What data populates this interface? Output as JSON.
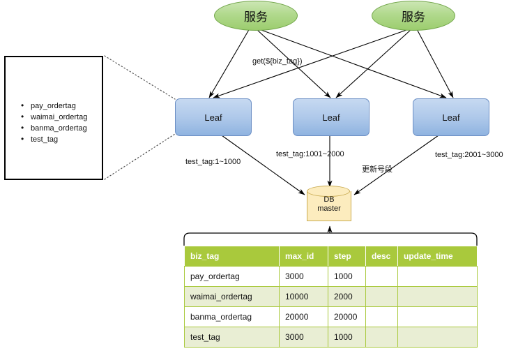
{
  "nodes": {
    "services": [
      {
        "label": "服务"
      },
      {
        "label": "服务"
      }
    ],
    "leaves": [
      {
        "label": "Leaf"
      },
      {
        "label": "Leaf"
      },
      {
        "label": "Leaf"
      }
    ],
    "database": {
      "line1": "DB",
      "line2": "master"
    }
  },
  "tag_list": {
    "items": [
      "pay_ordertag",
      "waimai_ordertag",
      "banma_ordertag",
      "test_tag"
    ]
  },
  "edge_labels": {
    "get_call": "get(${biz_tag})",
    "segment_left": "test_tag:1~1000",
    "segment_mid": "test_tag:1001~2000",
    "segment_right": "test_tag:2001~3000",
    "update_segment": "更新号段"
  },
  "table": {
    "columns": [
      "biz_tag",
      "max_id",
      "step",
      "desc",
      "update_time"
    ],
    "rows": [
      [
        "pay_ordertag",
        "3000",
        "1000",
        "",
        ""
      ],
      [
        "waimai_ordertag",
        "10000",
        "2000",
        "",
        ""
      ],
      [
        "banma_ordertag",
        "20000",
        "20000",
        "",
        ""
      ],
      [
        "test_tag",
        "3000",
        "1000",
        "",
        ""
      ]
    ]
  },
  "colors": {
    "service_fill": "#9ccd6e",
    "leaf_fill": "#8fb3e0",
    "db_fill": "#fcecbe",
    "table_header": "#a9c93c",
    "table_alt_row": "#e9eed4",
    "stroke": "#000000"
  }
}
